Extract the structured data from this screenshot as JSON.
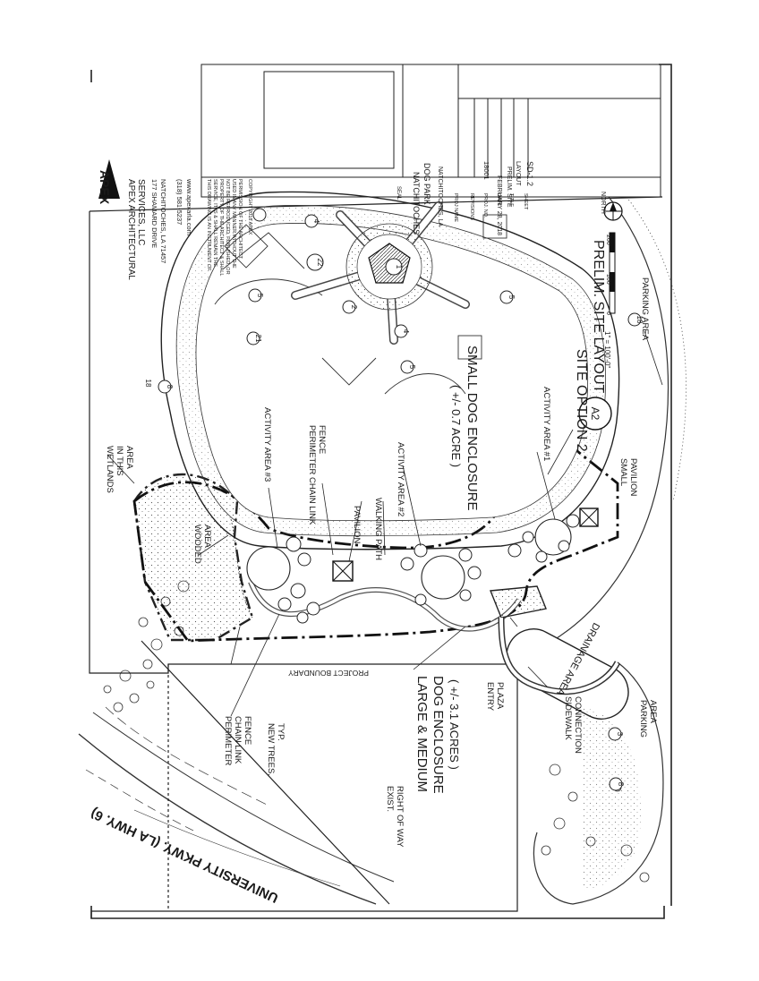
{
  "title_block": {
    "firm_name_line1": "APEX ARCHITECTURAL",
    "firm_name_line2": "SERVICES, LLC",
    "address_line1": "177 SHAMARD DRIVE",
    "address_line2": "NATCHITOCHES, LA 71457",
    "phone": "(318) 581-5237",
    "website": "www.apexarla.com",
    "logo_text": "APEX",
    "notice_line1": "THIS DRAWING IS AN INSTRUMENT OF",
    "notice_line2": "SERVICE, IT IS & SHALL REMAIN THE",
    "notice_line3": "PROPERTY OF THE ARCHITECT & SHALL",
    "notice_line4": "NOT BE REPRODUCED, PUBLISHED, OR",
    "notice_line5": "USED IN ANY MANNER WITHOUT THE",
    "notice_line6": "PERMISSION OF THE ARCHITECT.",
    "notice_line7": "COPYRIGHT 2018 APEX",
    "seal_label": "SEAL",
    "project_line1": "NATCHITOCHES",
    "project_line2": "DOG PARK",
    "project_location": "NATCHITOCHES, LA",
    "proj_name_label": "PROJ NAME",
    "revisions_label": "REVISIONS",
    "proj_no_label": "PROJ. NO.",
    "proj_no_value": "18001",
    "date_label": "DATE",
    "date_value": "FEBRUARY 28, 2018",
    "title_label": "TITLE",
    "title_value_line1": "PRELIM. SITE",
    "title_value_line2": "LAYOUT",
    "sheet_label": "SHEET",
    "sheet_value": "SD-1.2"
  },
  "drawing": {
    "title_line1": "SITE OPTION 2",
    "title_line2": "PRELIM. SITE LAYOUT",
    "scale": "1\" = 100'-0\"",
    "drawing_tag": "A2",
    "north": "NORTH",
    "scale_marks": [
      "0",
      "100'",
      "200'"
    ]
  },
  "labels": {
    "wetlands": [
      "WETLANDS",
      "IN THIS",
      "AREA"
    ],
    "wooded": [
      "WOODED",
      "AREA"
    ],
    "activity_3": "ACTIVITY AREA #3",
    "perimeter_fence_1": [
      "PERIMETER CHAIN LINK",
      "FENCE"
    ],
    "pavilion": "PAVILION",
    "walking_path": "WALKING PATH",
    "activity_2": "ACTIVITY AREA #2",
    "small_dog_1": "SMALL DOG ENCLOSURE",
    "small_dog_2": "( +/- 0.7 ACRE )",
    "activity_1": "ACTIVITY AREA #1",
    "small_pavilion": [
      "SMALL",
      "PAVILION"
    ],
    "parking_area_1": "PARKING AREA",
    "project_boundary": "PROJECT BOUNDARY",
    "perimeter_fence_2": [
      "PERIMETER",
      "CHAIN LINK",
      "FENCE"
    ],
    "new_trees": [
      "NEW TREES,",
      "TYP."
    ],
    "large_dog_1": "LARGE & MEDIUM",
    "large_dog_2": "DOG ENCLOSURE",
    "large_dog_3": "( +/- 3.1 ACRES )",
    "entry_plaza": [
      "ENTRY",
      "PLAZA"
    ],
    "drainage": "DRAINAGE AREA",
    "sidewalk": [
      "SIDEWALK",
      "CONNECTION"
    ],
    "parking_area_2": [
      "PARKING",
      "AREA"
    ],
    "right_of_way": [
      "EXIST.",
      "RIGHT OF WAY"
    ],
    "highway": "UNIVERSITY PKWY. (LA HWY. 6)"
  },
  "callouts": {
    "c18_a": "18",
    "c8_a": "8",
    "c21": "21",
    "c5_a": "5",
    "c4_a": "4",
    "c22": "22",
    "c2": "2",
    "c1": "1",
    "c5_b": "5",
    "c4_b": "4",
    "c5_c": "5",
    "c18_b": "18",
    "c3": "3",
    "c8_b": "8"
  }
}
